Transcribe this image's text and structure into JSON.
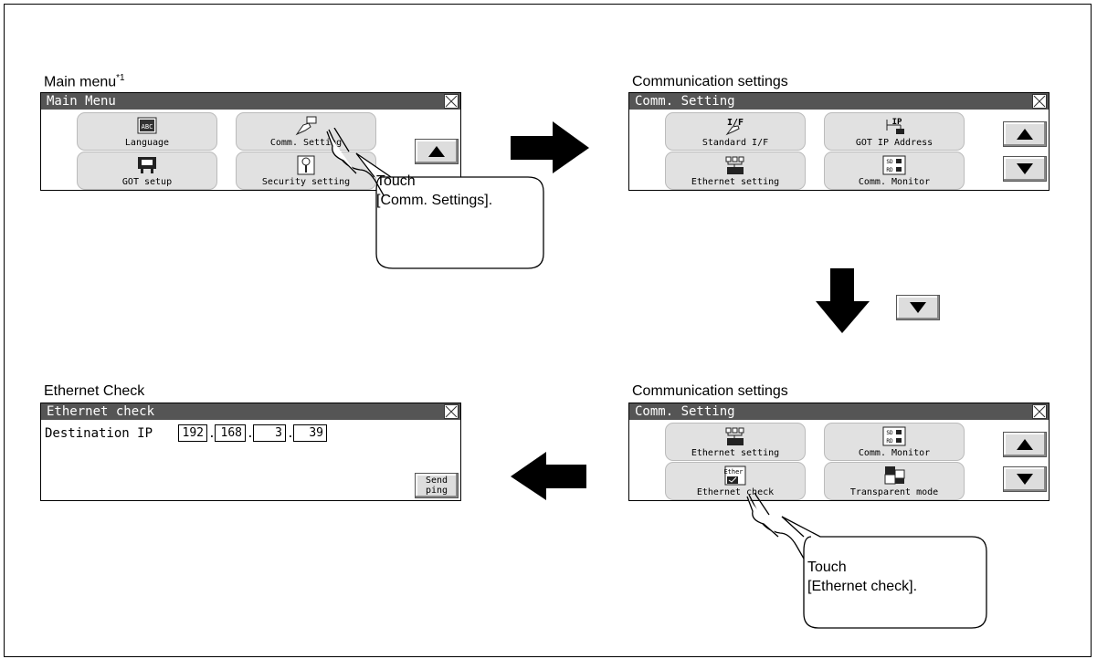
{
  "captions": {
    "main_menu": "Main menu",
    "main_menu_note": "*1",
    "comm_settings_1": "Communication settings",
    "comm_settings_2": "Communication settings",
    "ethernet_check": "Ethernet Check"
  },
  "screens": {
    "main_menu": {
      "title": "Main Menu",
      "tiles": [
        "Language",
        "Comm. Setting",
        "GOT setup",
        "Security setting"
      ]
    },
    "comm_setting_1": {
      "title": "Comm. Setting",
      "tiles": [
        "Standard I/F",
        "GOT IP Address",
        "Ethernet setting",
        "Comm. Monitor"
      ]
    },
    "comm_setting_2": {
      "title": "Comm. Setting",
      "tiles": [
        "Ethernet setting",
        "Comm. Monitor",
        "Ethernet check",
        "Transparent mode"
      ]
    },
    "ethernet_check": {
      "title": "Ethernet check",
      "destination_label": "Destination IP",
      "ip": [
        "192",
        "168",
        "3",
        "39"
      ],
      "send_ping": [
        "Send",
        "ping"
      ]
    }
  },
  "callouts": {
    "comm": [
      "Touch",
      "[Comm. Settings]."
    ],
    "eth": [
      "Touch",
      "[Ethernet check]."
    ]
  },
  "icons": {
    "language": "abc-icon",
    "comm_setting": "hand-plug-icon",
    "got_setup": "got-unit-icon",
    "security": "key-icon",
    "standard_if": "if-icon",
    "got_ip": "ip-network-icon",
    "ethernet_setting": "eth-network-icon",
    "comm_monitor": "sd-rd-icon",
    "ethernet_check": "ethernet-check-icon",
    "transparent_mode": "transparent-icon"
  },
  "colors": {
    "titlebar": "#555555",
    "tile": "#e1e1e1",
    "arrow": "#000000"
  }
}
